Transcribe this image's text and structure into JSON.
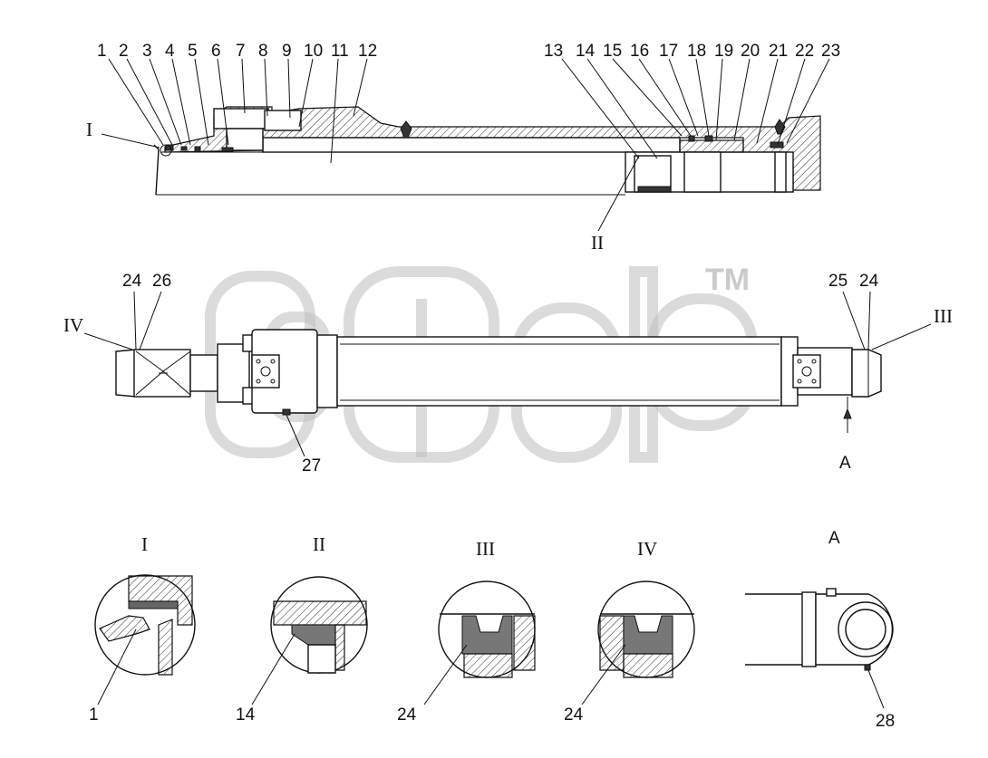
{
  "watermark": {
    "trademark": "TM"
  },
  "section_view": {
    "labels": [
      "1",
      "2",
      "3",
      "4",
      "5",
      "6",
      "7",
      "8",
      "9",
      "10",
      "11",
      "12",
      "13",
      "14",
      "15",
      "16",
      "17",
      "18",
      "19",
      "20",
      "21",
      "22",
      "23"
    ],
    "detail_callouts": {
      "I": "I",
      "II": "II"
    }
  },
  "side_view": {
    "labels": {
      "left_24": "24",
      "left_26": "26",
      "right_25": "25",
      "right_24": "24",
      "bottom_27": "27"
    },
    "detail_callouts": {
      "IV": "IV",
      "III": "III"
    },
    "view_arrow": "A"
  },
  "details": [
    {
      "title": "I",
      "part": "1"
    },
    {
      "title": "II",
      "part": "14"
    },
    {
      "title": "III",
      "part": "24"
    },
    {
      "title": "IV",
      "part": "24"
    }
  ],
  "view_a": {
    "title": "A",
    "part": "28"
  }
}
